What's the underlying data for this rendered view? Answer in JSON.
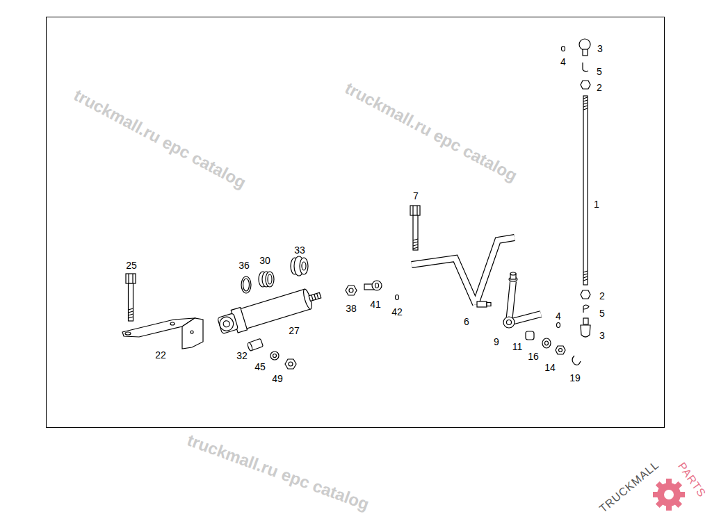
{
  "diagram": {
    "labels": [
      "3",
      "4",
      "5",
      "2",
      "1",
      "2",
      "5",
      "4",
      "3",
      "7",
      "25",
      "36",
      "30",
      "33",
      "38",
      "41",
      "42",
      "6",
      "9",
      "11",
      "16",
      "14",
      "19",
      "27",
      "22",
      "32",
      "45",
      "49",
      "truckmall.ru epc catalog",
      "truckmall.ru epc catalog",
      "truckmall.ru epc catalog",
      "TRUCKMALL",
      "PARTS"
    ]
  }
}
